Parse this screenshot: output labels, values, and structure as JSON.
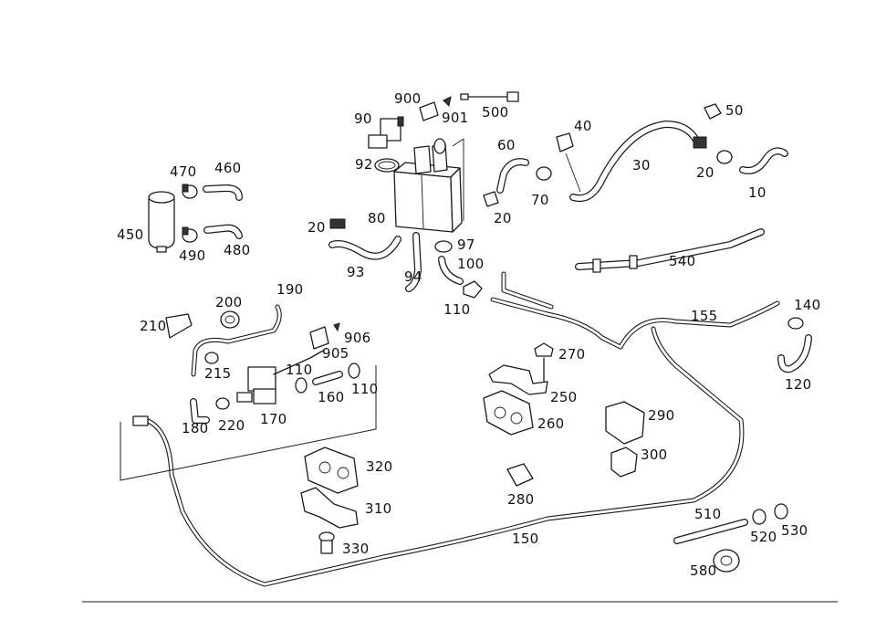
{
  "diagram": {
    "labels": {
      "p10": "10",
      "p20a": "20",
      "p20b": "20",
      "p20c": "20",
      "p30": "30",
      "p40": "40",
      "p50": "50",
      "p60": "60",
      "p70": "70",
      "p80": "80",
      "p90": "90",
      "p92": "92",
      "p93": "93",
      "p94": "94",
      "p97": "97",
      "p100": "100",
      "p110a": "110",
      "p110b": "110",
      "p110c": "110",
      "p120": "120",
      "p140": "140",
      "p150": "150",
      "p155": "155",
      "p160": "160",
      "p170": "170",
      "p180": "180",
      "p190": "190",
      "p200": "200",
      "p210": "210",
      "p215": "215",
      "p220": "220",
      "p250": "250",
      "p260": "260",
      "p270": "270",
      "p280": "280",
      "p290": "290",
      "p300": "300",
      "p310": "310",
      "p320": "320",
      "p330": "330",
      "p450": "450",
      "p460": "460",
      "p470": "470",
      "p480": "480",
      "p490": "490",
      "p500": "500",
      "p510": "510",
      "p520": "520",
      "p530": "530",
      "p540": "540",
      "p580": "580",
      "p900": "900",
      "p901": "901",
      "p905": "905",
      "p906": "906"
    }
  }
}
